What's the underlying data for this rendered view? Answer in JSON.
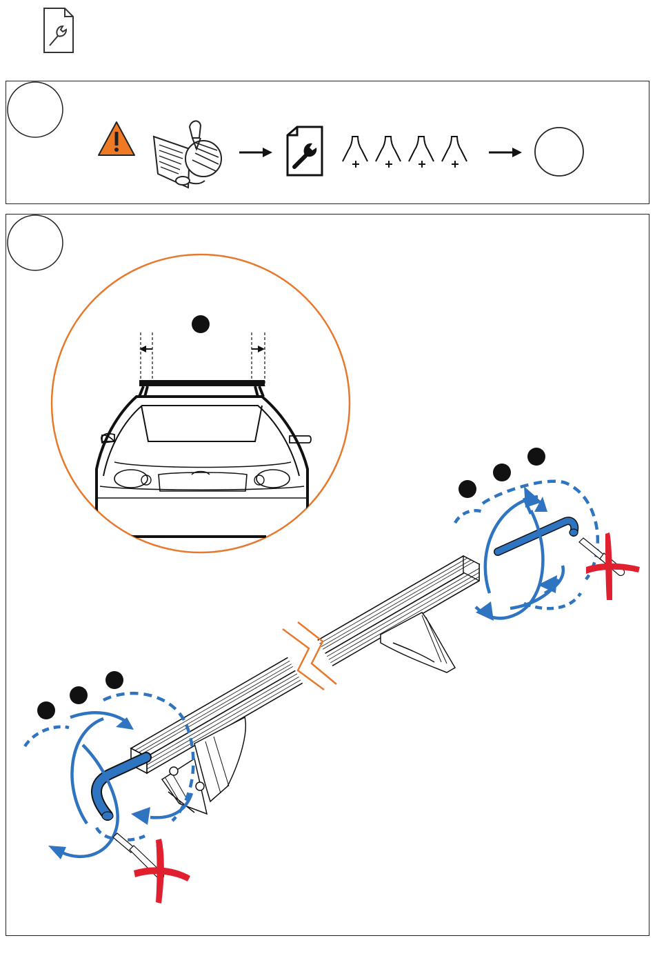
{
  "colors": {
    "blue": "#2f74c0",
    "orange": "#e8782b",
    "red": "#e0202e",
    "warning": "#f07a24",
    "line": "#111111"
  },
  "icons": {
    "manual": "manual-wrench-icon",
    "warning": "warning-triangle-icon",
    "reader": "person-reading-manual-icon",
    "arrow": "arrow-right-icon",
    "foot": "roof-rack-foot-icon",
    "step_circle": "step-circle-icon",
    "step_marker": "step-marker-dot-icon",
    "hex_key": "allen-key-icon",
    "screwdriver": "screwdriver-icon",
    "prohibited": "prohibited-x-icon",
    "rotate": "rotation-arrow-icon"
  },
  "step1": {
    "feet_count": 4
  },
  "step2": {
    "top_markers": 1,
    "right_markers": 3,
    "left_markers": 3
  }
}
